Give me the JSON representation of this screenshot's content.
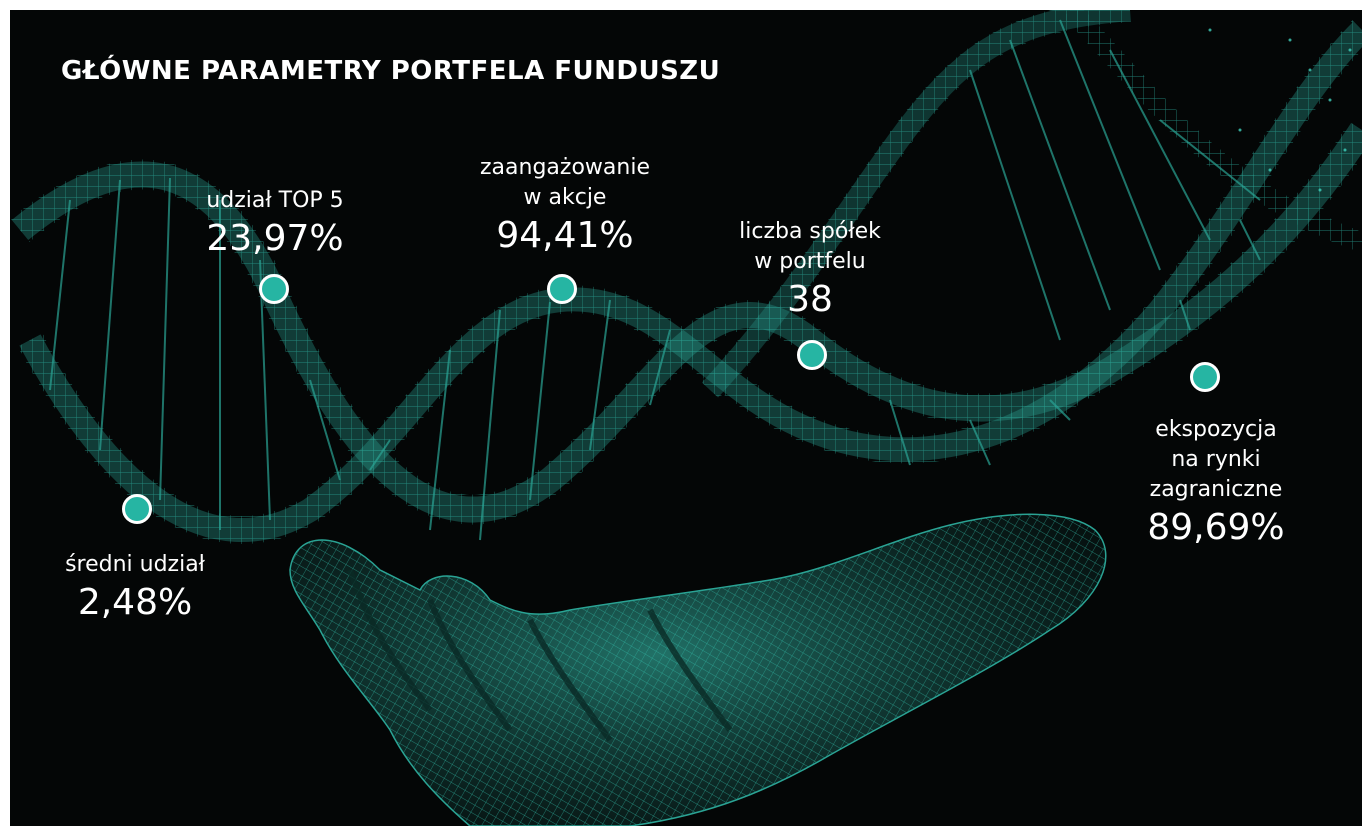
{
  "title": "GŁÓWNE PARAMETRY PORTFELA FUNDUSZU",
  "colors": {
    "background": "#040606",
    "accent": "#26b5a3",
    "text": "#ffffff"
  },
  "stats": [
    {
      "label": "udział TOP 5",
      "value": "23,97%"
    },
    {
      "label_lines": [
        "zaangażowanie",
        "w akcje"
      ],
      "value": "94,41%"
    },
    {
      "label_lines": [
        "liczba spółek",
        "w portfelu"
      ],
      "value": "38"
    },
    {
      "label_lines": [
        "ekspozycja",
        "na rynki",
        "zagraniczne"
      ],
      "value": "89,69%"
    },
    {
      "label": "średni udział",
      "value": "2,48%"
    }
  ],
  "illustration": [
    "dna-helix-icon",
    "open-hand-icon"
  ]
}
